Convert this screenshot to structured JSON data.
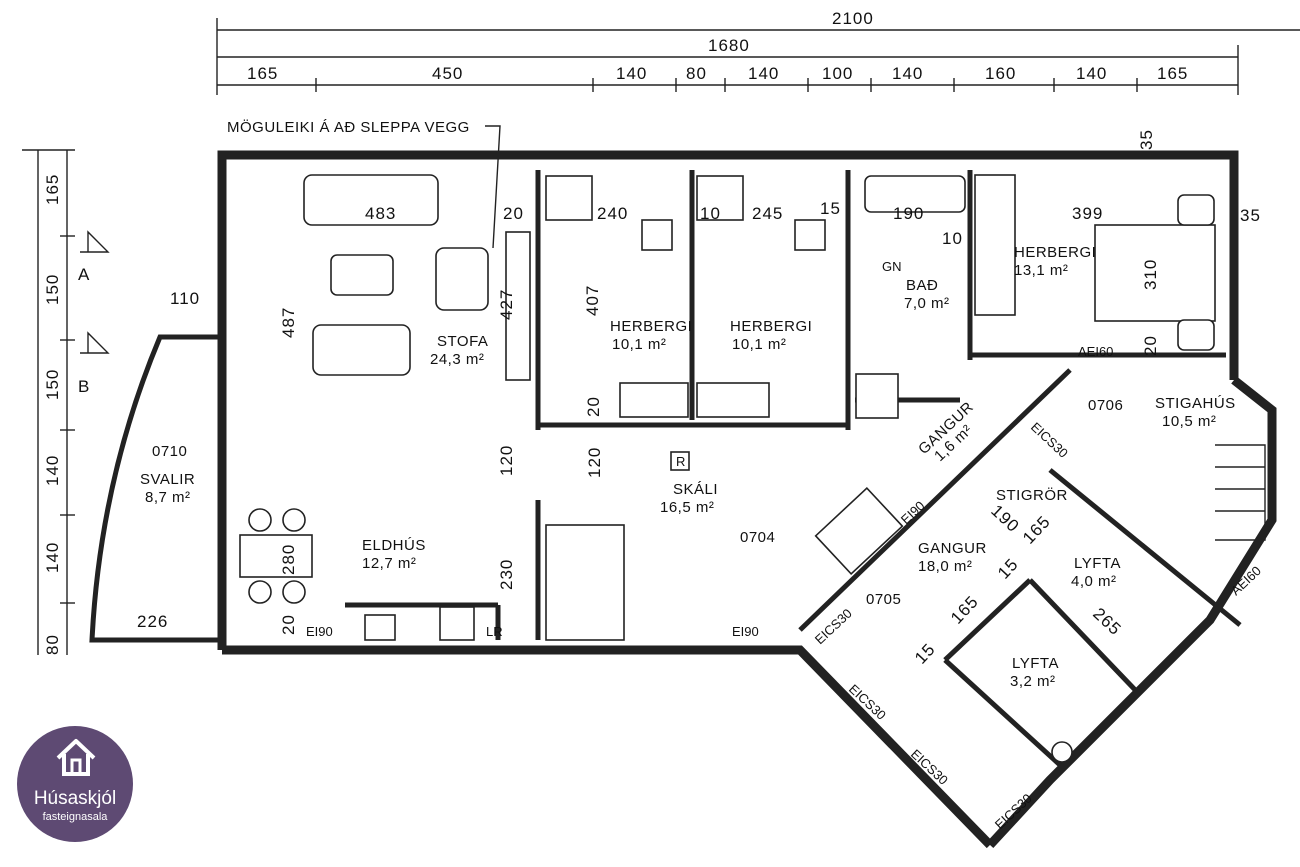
{
  "dimensions": {
    "total_width": "2100",
    "inner_width": "1680",
    "segments": [
      "165",
      "450",
      "140",
      "80",
      "140",
      "100",
      "140",
      "160",
      "140",
      "165"
    ],
    "left_side": [
      "165",
      "150",
      "150",
      "140",
      "140",
      "80"
    ],
    "section_a": "A",
    "section_b": "B",
    "d_35_top": "35",
    "d_483": "483",
    "d_20a": "20",
    "d_240": "240",
    "d_10a": "10",
    "d_245": "245",
    "d_15a": "15",
    "d_190a": "190",
    "d_10b": "10",
    "d_399": "399",
    "d_35_right": "35",
    "d_487": "487",
    "d_427": "427",
    "d_407": "407",
    "d_310": "310",
    "d_20b": "20",
    "d_20c": "20",
    "d_120a": "120",
    "d_120b": "120",
    "d_110": "110",
    "d_226": "226",
    "d_280": "280",
    "d_230": "230",
    "d_20d": "20",
    "d_190b": "190",
    "d_165a": "165",
    "d_15b": "15",
    "d_165b": "165",
    "d_15c": "15",
    "d_265": "265"
  },
  "annotation": "MÖGULEIKI Á AÐ SLEPPA VEGG",
  "rooms": {
    "stofa": {
      "name": "STOFA",
      "area": "24,3 m²"
    },
    "eldhus": {
      "name": "ELDHÚS",
      "area": "12,7 m²"
    },
    "herbergi1": {
      "name": "HERBERGI",
      "area": "10,1 m²"
    },
    "herbergi2": {
      "name": "HERBERGI",
      "area": "10,1 m²"
    },
    "bad": {
      "name": "BAÐ",
      "area": "7,0 m²"
    },
    "herbergi3": {
      "name": "HERBERGI",
      "area": "13,1 m²"
    },
    "svalir": {
      "number": "0710",
      "name": "SVALIR",
      "area": "8,7 m²"
    },
    "skali": {
      "name": "SKÁLI",
      "area": "16,5 m²",
      "number": "0704",
      "symbol": "R"
    },
    "gangur1": {
      "name": "GANGUR",
      "area": "1,6 m²"
    },
    "stigahus": {
      "number": "0706",
      "name": "STIGAHÚS",
      "area": "10,5 m²"
    },
    "gangur2": {
      "name": "GANGUR",
      "area": "18,0 m²",
      "number": "0705"
    },
    "stigror": {
      "name": "STIGRÖR"
    },
    "lyfta1": {
      "name": "LYFTA",
      "area": "4,0 m²"
    },
    "lyfta2": {
      "name": "LYFTA",
      "area": "3,2 m²"
    }
  },
  "labels": {
    "gn": "GN",
    "aei60a": "AEI60",
    "aei60b": "AEI60",
    "ei90a": "EI90",
    "ei90b": "EI90",
    "ei90c": "EI90",
    "lr": "LR",
    "eics30a": "EICS30",
    "eics30b": "EICS30",
    "eics30c": "EICS30",
    "eics30d": "EICS30",
    "eics30e": "EICS30"
  },
  "logo": {
    "brand": "Húsaskjól",
    "sub": "fasteignasala",
    "color": "#5e4a73"
  }
}
